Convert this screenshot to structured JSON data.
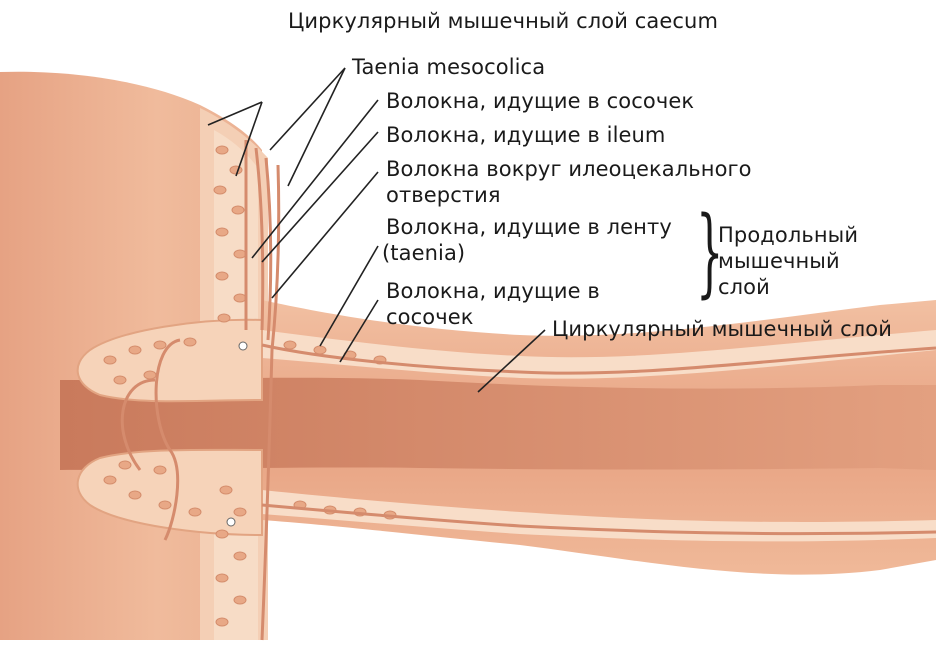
{
  "labels": {
    "circular_caecum": "Циркулярный мышечный слой caecum",
    "taenia_mesocolica": "Taenia mesocolica",
    "fibers_papilla_1": "Волокна, идущие в сосочек",
    "fibers_ileum": "Волокна, идущие в ileum",
    "fibers_orifice_line1": "Волокна вокруг илеоцекального",
    "fibers_orifice_line2": "отверстия",
    "fibers_taenia_line1": "Волокна, идущие в ленту",
    "fibers_taenia_line2": "(taenia)",
    "fibers_papilla_2_line1": "Волокна, идущие в",
    "fibers_papilla_2_line2": "сосочек",
    "circular_layer": "Циркулярный мышечный слой",
    "longitudinal_line1": "Продольный",
    "longitudinal_line2": "мышечный",
    "longitudinal_line3": "слой"
  },
  "colors": {
    "wall_outer": "#e9a988",
    "wall_inner": "#f3c7a9",
    "lumen": "#d98a6a",
    "muscle_band": "#f6dcc7",
    "glands": "#e4a583",
    "fiber": "#d88f72",
    "leader": "#222222"
  }
}
